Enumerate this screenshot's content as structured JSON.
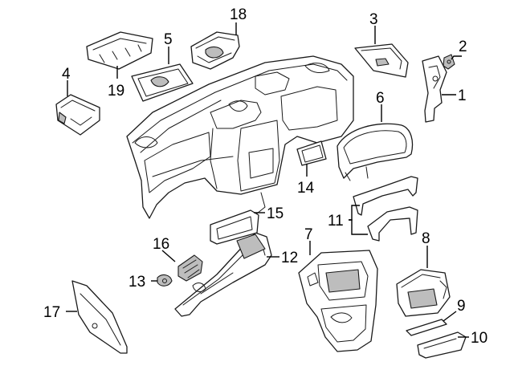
{
  "diagram": {
    "callouts": [
      {
        "id": "p1",
        "text": "1"
      },
      {
        "id": "p2",
        "text": "2"
      },
      {
        "id": "p3",
        "text": "3"
      },
      {
        "id": "p4",
        "text": "4"
      },
      {
        "id": "p5",
        "text": "5"
      },
      {
        "id": "p6",
        "text": "6"
      },
      {
        "id": "p7",
        "text": "7"
      },
      {
        "id": "p8",
        "text": "8"
      },
      {
        "id": "p9",
        "text": "9"
      },
      {
        "id": "p10",
        "text": "10"
      },
      {
        "id": "p11",
        "text": "11"
      },
      {
        "id": "p12",
        "text": "12"
      },
      {
        "id": "p13",
        "text": "13"
      },
      {
        "id": "p14",
        "text": "14"
      },
      {
        "id": "p15",
        "text": "15"
      },
      {
        "id": "p16",
        "text": "16"
      },
      {
        "id": "p17",
        "text": "17"
      },
      {
        "id": "p18",
        "text": "18"
      },
      {
        "id": "p19",
        "text": "19"
      }
    ]
  }
}
